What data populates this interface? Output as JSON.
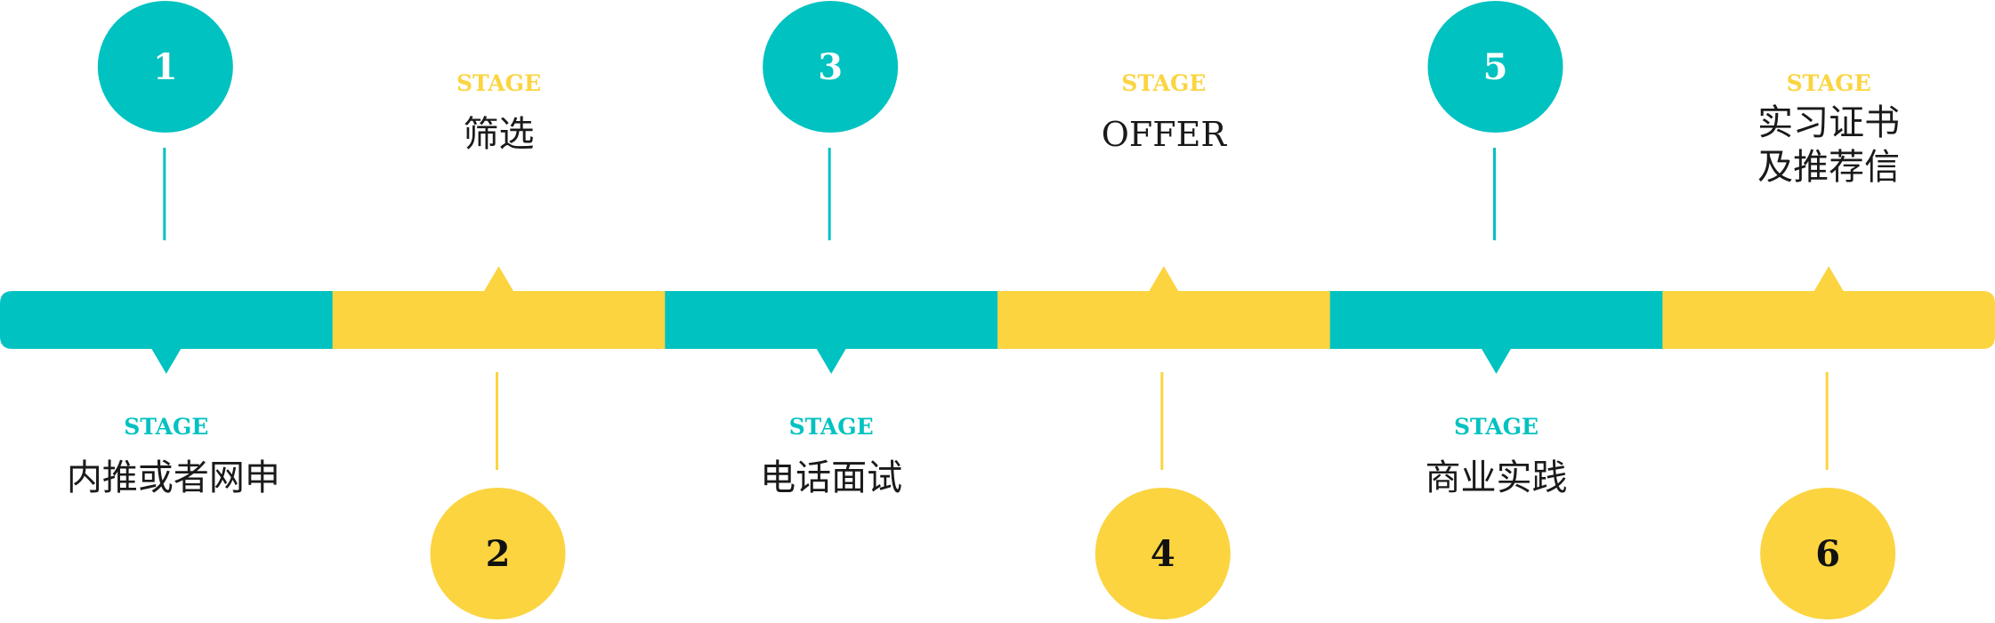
{
  "colors": {
    "teal": "#00C2C1",
    "yellow": "#FBD440",
    "number_on_teal": "#ffffff",
    "number_on_yellow": "#111111"
  },
  "stages": [
    {
      "number": "1",
      "label": "STAGE",
      "title": [
        "内推或者网申"
      ],
      "color": "teal",
      "placement": "top"
    },
    {
      "number": "2",
      "label": "STAGE",
      "title": [
        "筛选"
      ],
      "color": "yellow",
      "placement": "bottom"
    },
    {
      "number": "3",
      "label": "STAGE",
      "title": [
        "电话面试"
      ],
      "color": "teal",
      "placement": "top"
    },
    {
      "number": "4",
      "label": "STAGE",
      "title": [
        "OFFER"
      ],
      "color": "yellow",
      "placement": "bottom"
    },
    {
      "number": "5",
      "label": "STAGE",
      "title": [
        "商业实践"
      ],
      "color": "teal",
      "placement": "top"
    },
    {
      "number": "6",
      "label": "STAGE",
      "title": [
        "实习证书",
        "及推荐信"
      ],
      "color": "yellow",
      "placement": "bottom"
    }
  ]
}
